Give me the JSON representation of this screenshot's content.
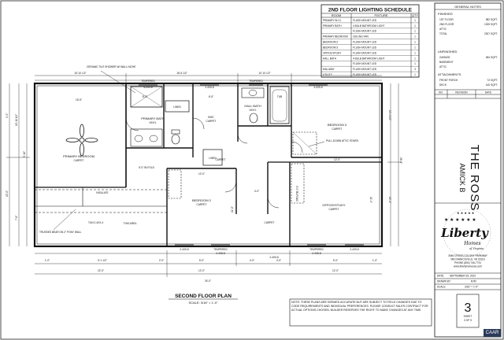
{
  "schedule": {
    "title": "2ND FLOOR LIGHTING SCHEDULE",
    "headers": [
      "ROOM",
      "FIXTURE",
      "QTY"
    ],
    "rows": [
      [
        "PRIMARY W.I.C.",
        "FLUSH MOUNT LED",
        "1"
      ],
      [
        "PRIMARY BATH",
        "4 BULB BATHROOM LIGHT",
        "1"
      ],
      [
        "",
        "FLUSH MOUNT LED",
        "1"
      ],
      [
        "PRIMARY BEDROOM",
        "CEILING FAN",
        "1"
      ],
      [
        "BEDROOM 2",
        "FLUSH MOUNT LED",
        "1"
      ],
      [
        "BEDROOM 3",
        "FLUSH MOUNT LED",
        "1"
      ],
      [
        "OFFICE/STUDY",
        "FLUSH MOUNT LED",
        "1"
      ],
      [
        "HALL BATH",
        "4 BULB BATHROOM LIGHT",
        "1"
      ],
      [
        "",
        "FLUSH MOUNT LED",
        "1"
      ],
      [
        "HALLWAY",
        "FLUSH MOUNT LED",
        "3"
      ],
      [
        "UTILITY",
        "FLUSH MOUNT LED",
        "1"
      ]
    ]
  },
  "notes": {
    "title": "GENERAL NOTES",
    "finished_label": "FINISHED",
    "finished": [
      [
        "1ST FLOOR",
        "982 SQFT."
      ],
      [
        "2ND FLOOR",
        "1325 SQFT."
      ],
      [
        "ATTIC",
        ""
      ],
      [
        "TOTAL",
        "2307 SQFT."
      ]
    ],
    "unfinished_label": "UNFINISHED",
    "unfinished": [
      [
        "GARAGE",
        "484 SQFT."
      ],
      [
        "BASEMENT",
        ""
      ],
      [
        "ATTIC",
        ""
      ]
    ],
    "attachments_label": "ATTACHMENTS",
    "attachments": [
      [
        "FRONT PORCH",
        "72 SQFT."
      ],
      [
        "DECK",
        "140 SQFT."
      ]
    ],
    "revision_headers": [
      "NO.",
      "REVISION",
      "DATE"
    ]
  },
  "project": {
    "name": "THE ROSS",
    "subname": "AMICK B"
  },
  "company": {
    "logo_word": "Liberty",
    "logo_sub": "Homes",
    "logo_tag": "of Virginia",
    "address": [
      "3046 CROSS COLONY PARKWAY",
      "MECHANICSVILLE, VA 23116",
      "PHONE (804) 746-7731",
      "www.libertyhomesva.com"
    ]
  },
  "meta": {
    "date_label": "DATE:",
    "date_value": "SEPTEMBER 26, 2023",
    "drawn_label": "DRAWN BY:",
    "drawn_value": "RJM",
    "scale_label": "SCALE:",
    "scale_value": "3/16\" = 1'-0\""
  },
  "sheet": {
    "number": "3",
    "sub1": "SHEET",
    "sub2": "3 OF 5"
  },
  "plan": {
    "title": "SECOND FLOOR PLAN",
    "scale": "SCALE: 3/16\" = 1'-0\"",
    "rooms": {
      "primary_bedroom": "PRIMARY BEDROOM",
      "primary_bedroom_sub": "CARPET",
      "primary_bath": "PRIMARY BATH",
      "primary_bath_sub": "VINYL",
      "wic": "WIC",
      "wic_sub": "CARPET",
      "hall_bath": "HALL BATH",
      "hall_bath_sub": "VINYL",
      "bedroom2": "BEDROOM 2",
      "bedroom2_sub": "CARPET",
      "bedroom3": "BEDROOM 3",
      "bedroom3_sub": "CARPET",
      "office": "OFFICE/STUDY",
      "office_sub": "CARPET",
      "hall1": "CARPET",
      "hall2": "CARPET",
      "linen1": "LINEN",
      "linen2": "LINEN",
      "insulate": "INSULATE",
      "bifold": "5'-0\" BI-FOLD",
      "bifold2": "3'-0\" BI-FOLD",
      "pulldown": "PULL-DOWN ATTIC STAIRS",
      "tub": "TUB",
      "attic": "THIS AREA"
    },
    "callouts": {
      "shower": "CERAMIC TILE SHOWER W/ WALL NICHE",
      "trusses": "TRUSSES BEAR ON 2\" PONY WALL",
      "tun": "TUN 2-4XX-4",
      "tempered1": "TEMPERED",
      "tempered2": "TEMPERED",
      "tempered3": "TEMPERED",
      "tempered4": "TEMPERED",
      "win1": "4-25X-8",
      "win2": "3-0X5-8",
      "win3": "2-4X5-8",
      "win4": "2-4X5-8",
      "win5": "2-4X5-8",
      "win6": "2-4X5-8",
      "win7": "2-4X5-8",
      "win8": "2-4X5-8"
    },
    "dims": {
      "top1": "15'-10 1/2\"",
      "top2": "18'-6 1/2\"",
      "top3": "10'-10 1/2\"",
      "pb_w": "15'-5\"",
      "pba_w": "8'-2\"",
      "wic_w": "6'-5\"",
      "bot1": "1'-0\"",
      "bot2": "5'-1 1/2\"",
      "bot3": "2'-0\"",
      "bot4": "5'-0\"",
      "bot5": "4'-0\"",
      "bot6": "4'-0\"",
      "bot7": "5'-0\"",
      "bot8": "1'-0\"",
      "row2a": "22'-0\"",
      "row2b": "12'-0\"",
      "row2c": "12'-0\"",
      "overall": "34'-0\"",
      "left1": "9'-2\"",
      "left2": "10'-10 1/2\"",
      "left3": "22'-0\"",
      "left4": "5'-10\"",
      "left5": "7'-6\"",
      "right1": "26'-0\"",
      "right2": "12'-4 1/2\"",
      "right3": "12'-1\"",
      "b2_w": "12'-0\"",
      "b2_h": "11'-0\"",
      "b3_w": "12'-0\"",
      "of_h": "11'-4\"",
      "hall_w": "4'-0\""
    }
  },
  "disclaimer": "NOTE: THESE PLANS ARE DEEMED ACCURATE BUT ARE SUBJECT TO FIELD CHANGES DUE TO CODE REQUIREMENTS AND INDIVIDUAL PREFERENCES. PLEASE CONSULT SALES CONTRACT FOR ACTUAL OPTIONS CHOSEN. BUILDER RESERVES THE RIGHT TO MAKE CHANGES AT ANY TIME.",
  "badge": "CAAR"
}
